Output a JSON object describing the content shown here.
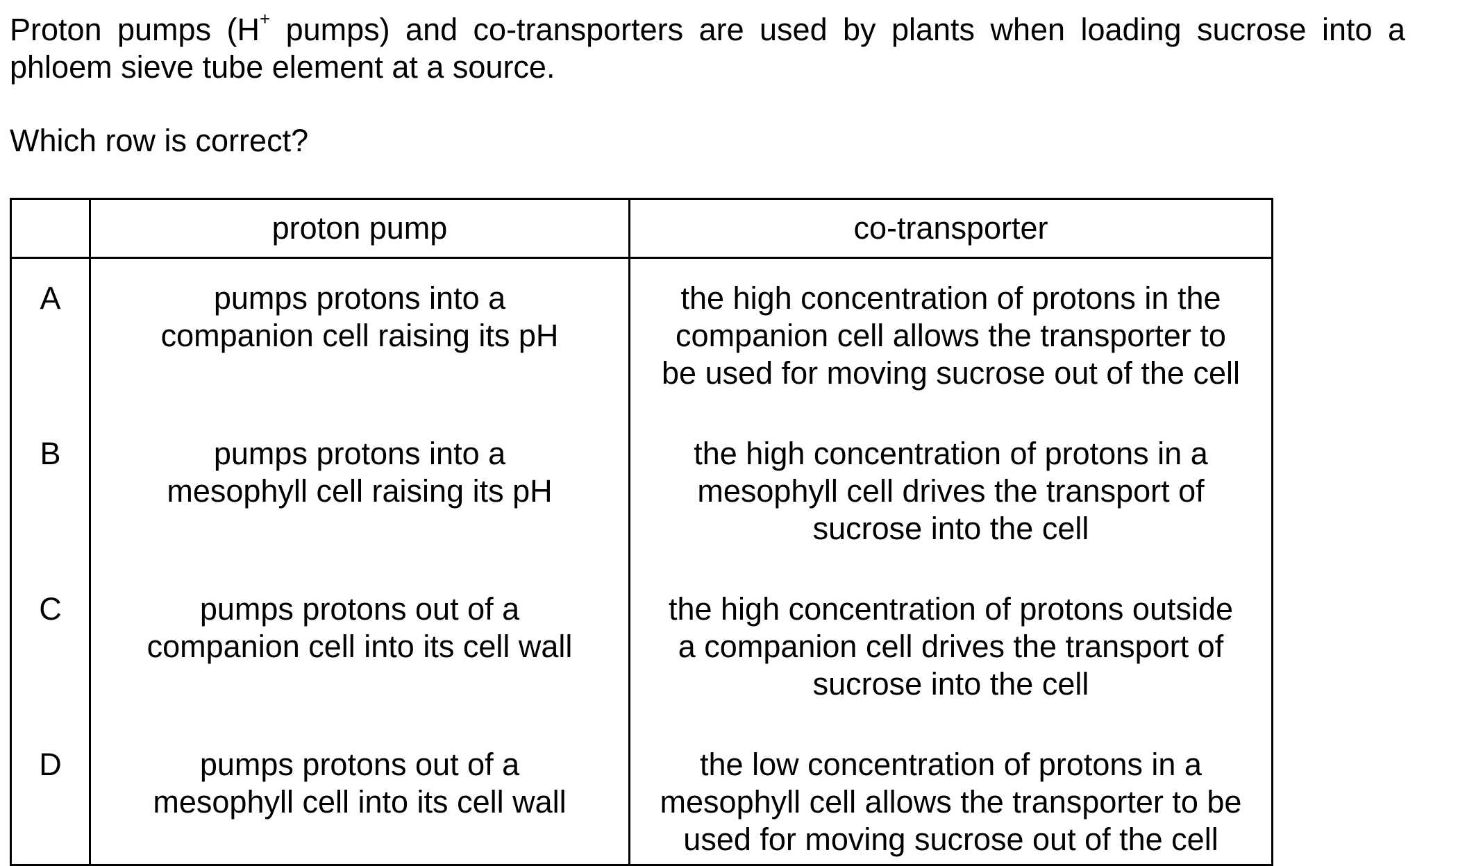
{
  "question": {
    "text_before_sup": "Proton pumps (H",
    "sup": "+",
    "text_after_sup": " pumps) and co-transporters are used by plants when loading sucrose into a phloem sieve tube element at a source."
  },
  "prompt": "Which row is correct?",
  "table": {
    "headers": {
      "letter": "",
      "proton_pump": "proton pump",
      "co_transporter": "co-transporter"
    },
    "rows": [
      {
        "letter": "A",
        "proton_pump": [
          "pumps protons into a",
          "companion cell raising its pH"
        ],
        "co_transporter": [
          "the high concentration of protons in the",
          "companion cell allows the transporter to",
          "be used for moving sucrose out of the cell"
        ]
      },
      {
        "letter": "B",
        "proton_pump": [
          "pumps protons into a",
          "mesophyll cell raising its pH"
        ],
        "co_transporter": [
          "the high concentration of protons in a",
          "mesophyll cell drives the transport of",
          "sucrose into the cell"
        ]
      },
      {
        "letter": "C",
        "proton_pump": [
          "pumps protons out of a",
          "companion cell into its cell wall"
        ],
        "co_transporter": [
          "the high concentration of protons outside",
          "a companion cell drives the transport of",
          "sucrose into the cell"
        ]
      },
      {
        "letter": "D",
        "proton_pump": [
          "pumps protons out of a",
          "mesophyll cell into its cell wall"
        ],
        "co_transporter": [
          "the low concentration of protons in a",
          "mesophyll cell allows the transporter to be",
          "used for moving sucrose out of the cell"
        ]
      }
    ]
  }
}
